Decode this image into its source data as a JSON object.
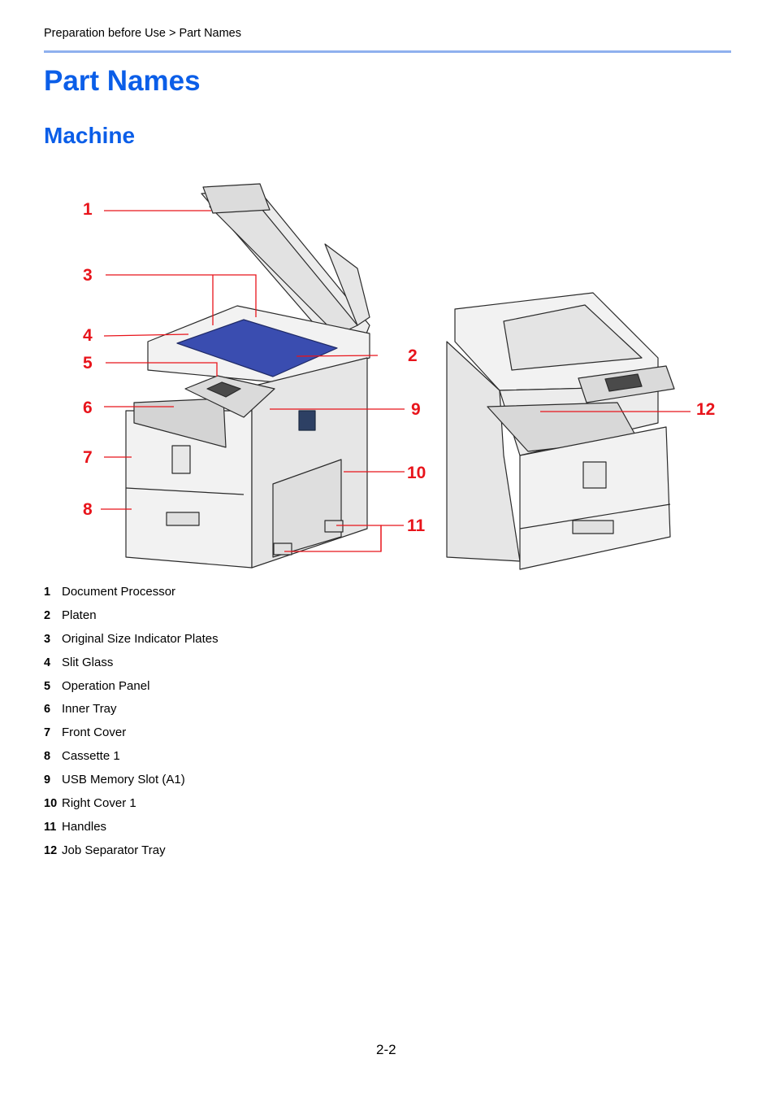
{
  "breadcrumb": "Preparation before Use > Part Names",
  "title": "Part Names",
  "subtitle": "Machine",
  "callouts": [
    "1",
    "2",
    "3",
    "4",
    "5",
    "6",
    "7",
    "8",
    "9",
    "10",
    "11",
    "12"
  ],
  "parts": [
    {
      "num": "1",
      "label": "Document Processor"
    },
    {
      "num": "2",
      "label": "Platen"
    },
    {
      "num": "3",
      "label": "Original Size Indicator Plates"
    },
    {
      "num": "4",
      "label": "Slit Glass"
    },
    {
      "num": "5",
      "label": "Operation Panel"
    },
    {
      "num": "6",
      "label": "Inner Tray"
    },
    {
      "num": "7",
      "label": "Front Cover"
    },
    {
      "num": "8",
      "label": "Cassette 1"
    },
    {
      "num": "9",
      "label": "USB Memory Slot (A1)"
    },
    {
      "num": "10",
      "label": "Right Cover 1"
    },
    {
      "num": "11",
      "label": "Handles"
    },
    {
      "num": "12",
      "label": "Job Separator Tray"
    }
  ],
  "page_number": "2-2",
  "colors": {
    "heading": "#0b5ee8",
    "rule": "#8fb0ee",
    "callout": "#e8141b",
    "platen": "#3a4db0"
  }
}
